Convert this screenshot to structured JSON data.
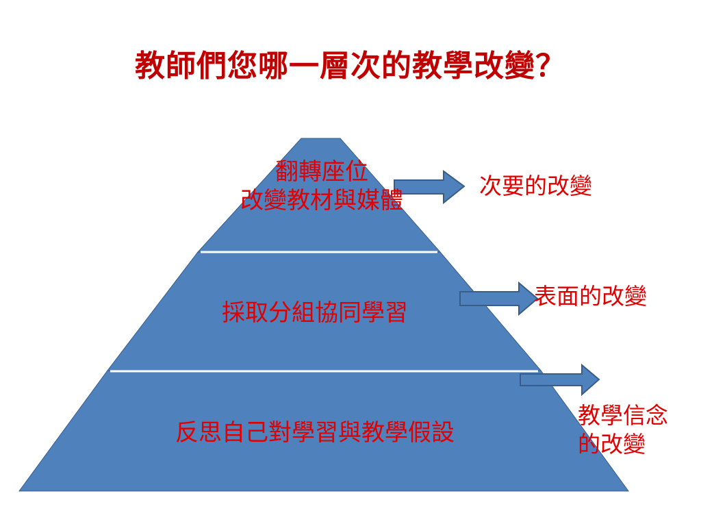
{
  "title": "教師們您哪一層次的教學改變？",
  "colors": {
    "title": "#c00000",
    "tier_text": "#e00000",
    "side_text": "#e00000",
    "pyramid_fill": "#4f81bd",
    "pyramid_stroke": "#385d8a",
    "arrow_fill": "#4f81bd",
    "arrow_stroke": "#385d8a",
    "divider": "#ffffff"
  },
  "tiers": [
    {
      "lines": [
        "翻轉座位",
        "改變教材與媒體"
      ]
    },
    {
      "lines": [
        "採取分組協同學習"
      ]
    },
    {
      "lines": [
        "反思自己對學習與教學假設"
      ]
    }
  ],
  "levels": [
    {
      "lines": [
        "次要的改變"
      ],
      "arrow_icon": "right-arrow-icon"
    },
    {
      "lines": [
        "表面的改變"
      ],
      "arrow_icon": "right-arrow-icon"
    },
    {
      "lines": [
        "教學信念",
        "的改變"
      ],
      "arrow_icon": "right-arrow-icon"
    }
  ]
}
